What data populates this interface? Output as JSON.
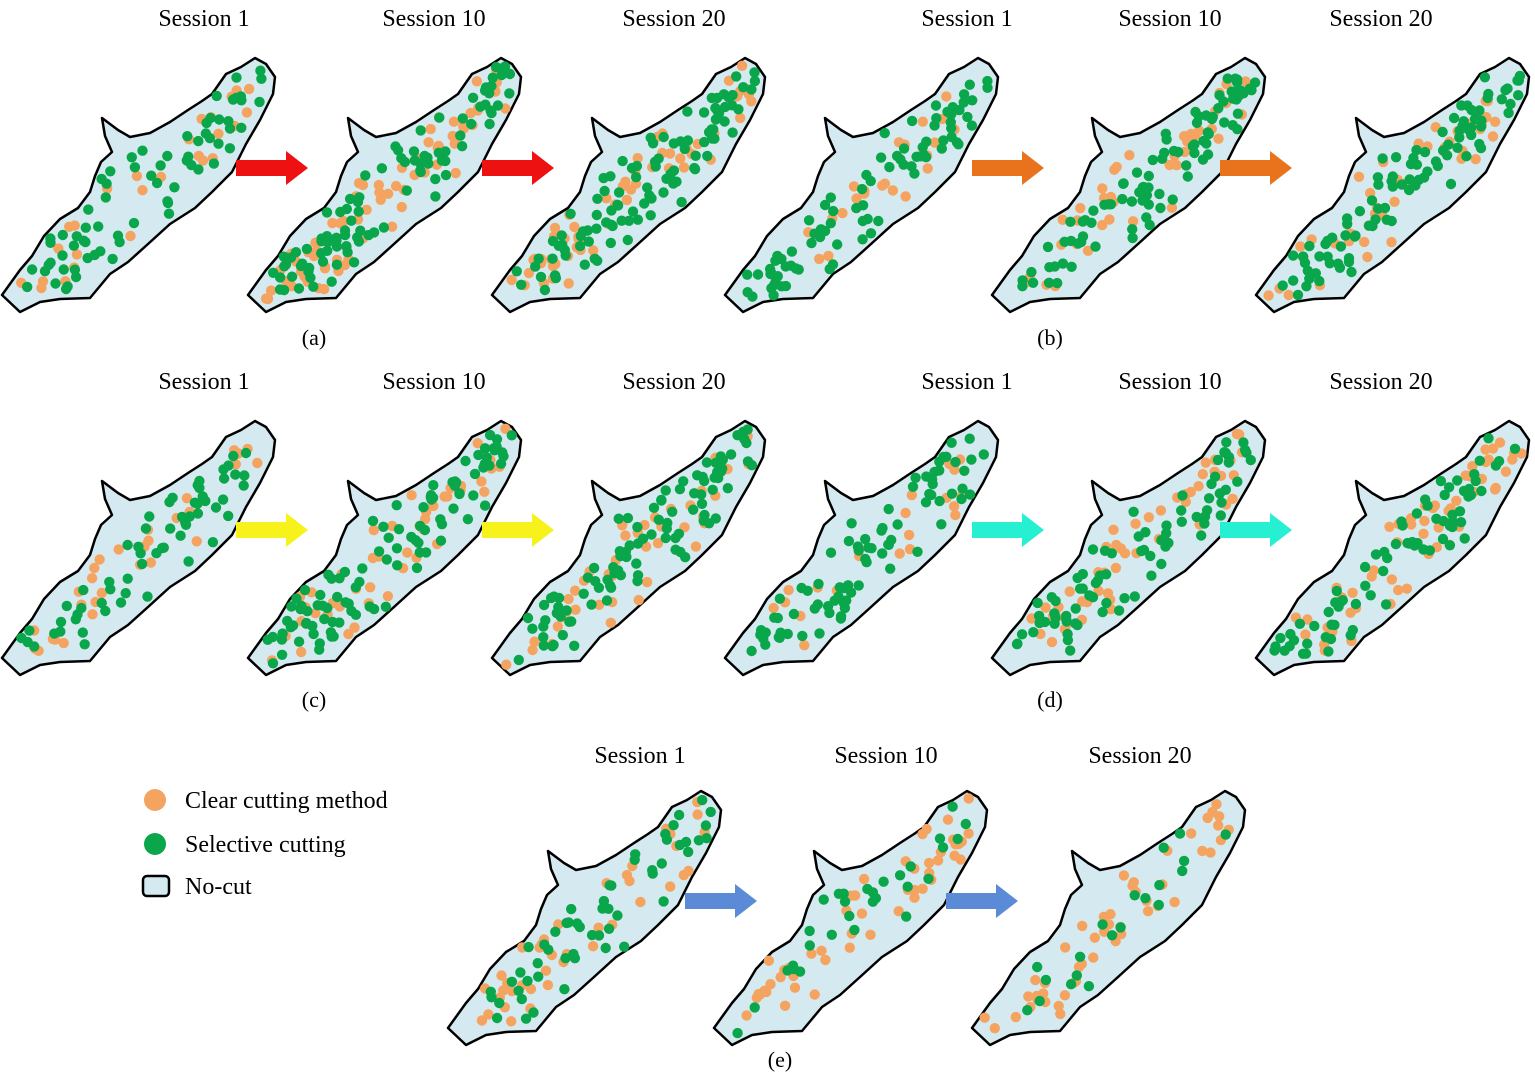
{
  "panels": [
    {
      "label": "(a)",
      "sessions": [
        "Session 1",
        "Session 10",
        "Session 20"
      ],
      "arrow_color": "#ee1111"
    },
    {
      "label": "(b)",
      "sessions": [
        "Session 1",
        "Session 10",
        "Session 20"
      ],
      "arrow_color": "#e8731c"
    },
    {
      "label": "(c)",
      "sessions": [
        "Session 1",
        "Session 10",
        "Session 20"
      ],
      "arrow_color": "#f7f21c"
    },
    {
      "label": "(d)",
      "sessions": [
        "Session 1",
        "Session 10",
        "Session 20"
      ],
      "arrow_color": "#27f0d2"
    },
    {
      "label": "(e)",
      "sessions": [
        "Session 1",
        "Session 10",
        "Session 20"
      ],
      "arrow_color": "#5b8bd6"
    }
  ],
  "legend": {
    "clear_cutting": {
      "label": "Clear cutting method",
      "color": "#f4a460"
    },
    "selective_cutting": {
      "label": "Selective cutting",
      "color": "#0aa64b"
    },
    "no_cut": {
      "label": "No-cut",
      "color": "#d5eaf0"
    }
  }
}
